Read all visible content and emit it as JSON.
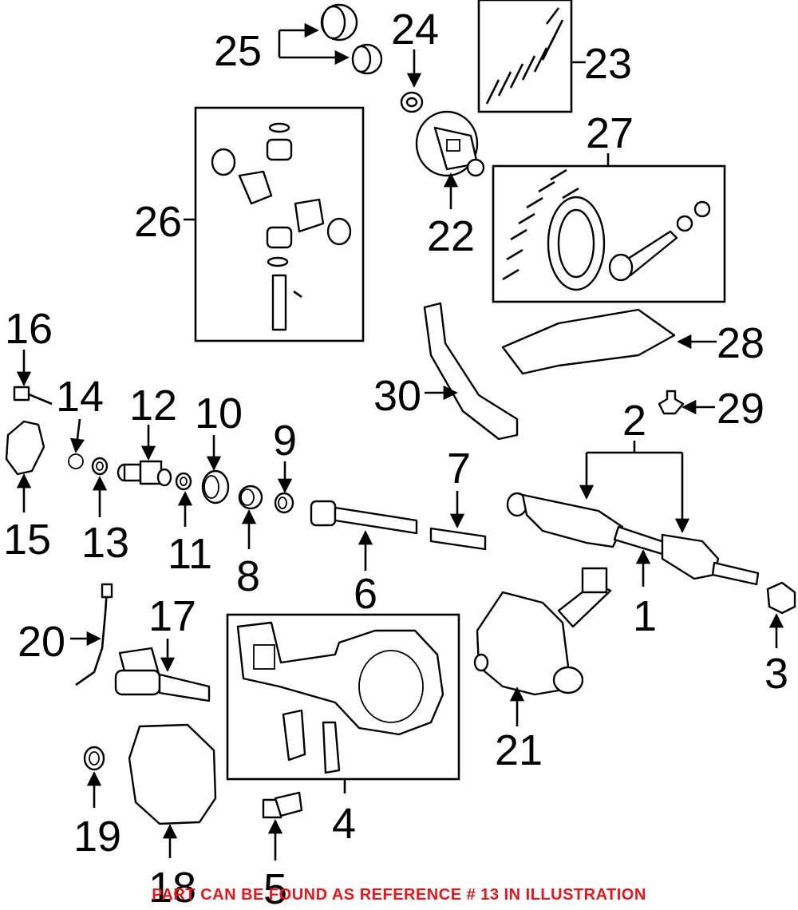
{
  "callouts": {
    "c1": "1",
    "c2": "2",
    "c3": "3",
    "c4": "4",
    "c5": "5",
    "c6": "6",
    "c7": "7",
    "c8": "8",
    "c9": "9",
    "c10": "10",
    "c11": "11",
    "c12": "12",
    "c13": "13",
    "c14": "14",
    "c15": "15",
    "c16": "16",
    "c17": "17",
    "c18": "18",
    "c19": "19",
    "c20": "20",
    "c21": "21",
    "c22": "22",
    "c23": "23",
    "c24": "24",
    "c25": "25",
    "c26": "26",
    "c27": "27",
    "c28": "28",
    "c29": "29",
    "c30": "30"
  },
  "banner": {
    "text": "PART CAN BE FOUND AS REFERENCE # 13 IN ILLUSTRATION",
    "color": "#e8161b"
  }
}
